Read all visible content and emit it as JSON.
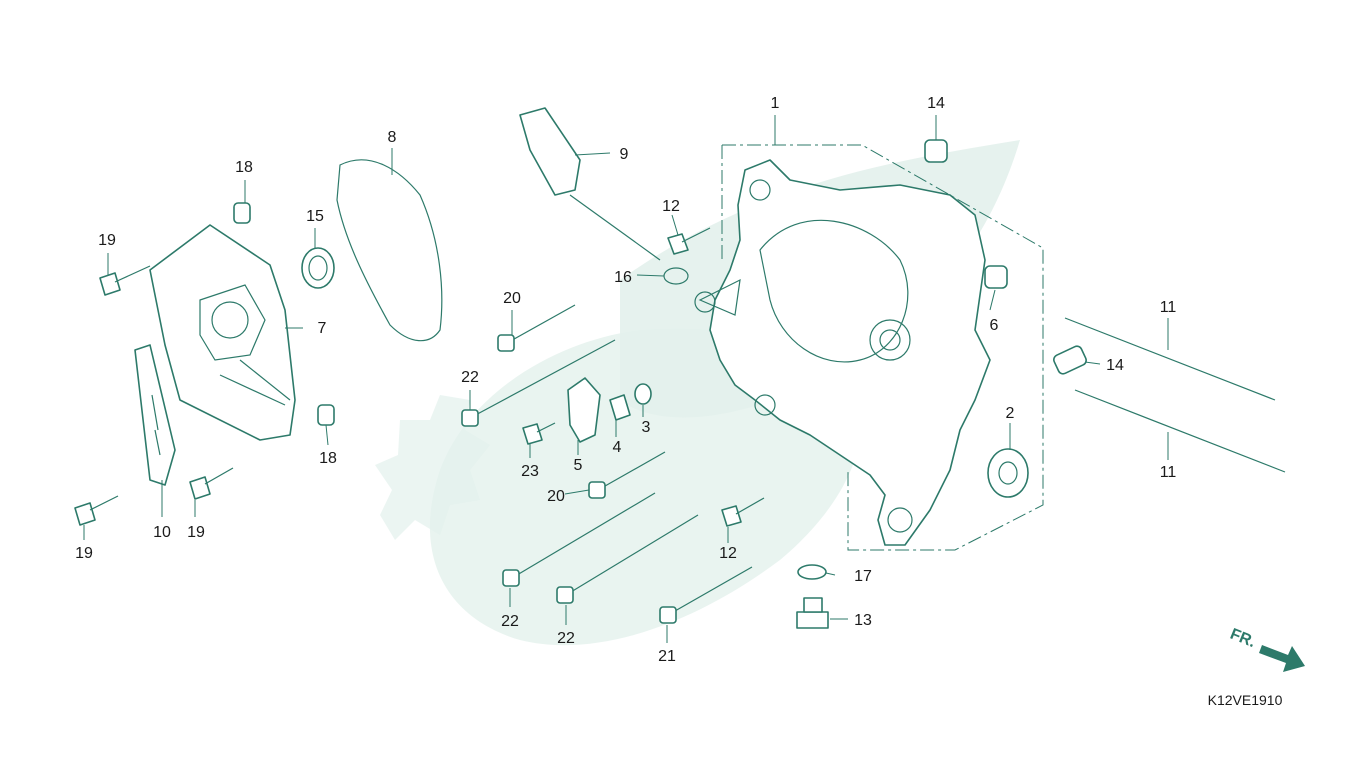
{
  "figure_code": "K12VE1910",
  "direction_label": "FR.",
  "colors": {
    "line": "#2d7a6a",
    "watermark": "#e3f1ec",
    "text": "#1a1a1a"
  },
  "callouts": {
    "c1": "1",
    "c2": "2",
    "c3": "3",
    "c4": "4",
    "c5": "5",
    "c6": "6",
    "c7": "7",
    "c8": "8",
    "c9": "9",
    "c10": "10",
    "c11a": "11",
    "c11b": "11",
    "c12a": "12",
    "c12b": "12",
    "c13": "13",
    "c14a": "14",
    "c14b": "14",
    "c15": "15",
    "c16": "16",
    "c17": "17",
    "c18a": "18",
    "c18b": "18",
    "c19a": "19",
    "c19b": "19",
    "c19c": "19",
    "c20a": "20",
    "c20b": "20",
    "c21": "21",
    "c22a": "22",
    "c22b": "22",
    "c22c": "22",
    "c23": "23"
  }
}
